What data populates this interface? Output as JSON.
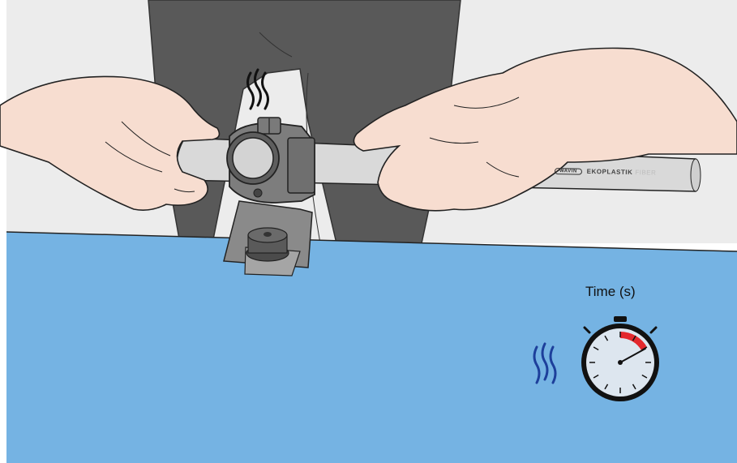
{
  "timer": {
    "label": "Time (s)",
    "elapsed_fraction": 0.17
  },
  "pipe_print": {
    "logo": "WAVIN",
    "brand": "EKOPLASTIK",
    "suffix": "FIBER"
  },
  "colors": {
    "table": "#75b3e3",
    "wall": "#ececec",
    "trousers": "#595959",
    "pipe": "#d9d9d9",
    "tool": "#7d7d7d",
    "skin": "#f7ddd0",
    "timer_face": "#dde6ef",
    "timer_elapsed": "#e3282d",
    "heat_icon_blue": "#1d3f9b"
  },
  "icons": [
    "heat-waves-icon",
    "stopwatch-icon"
  ]
}
